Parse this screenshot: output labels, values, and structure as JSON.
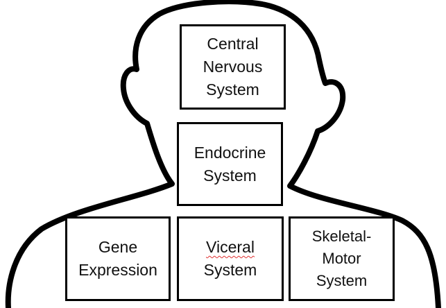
{
  "diagram": {
    "boxes": {
      "central_nervous_system": {
        "lines": [
          "Central",
          "Nervous",
          "System"
        ]
      },
      "endocrine_system": {
        "lines": [
          "Endocrine",
          "System"
        ]
      },
      "gene_expression": {
        "lines": [
          "Gene",
          "Expression"
        ]
      },
      "visceral_system": {
        "lines": [
          "Viceral",
          "System"
        ]
      },
      "skeletal_motor_system": {
        "lines": [
          "Skeletal-",
          "Motor",
          "System"
        ]
      }
    },
    "colors": {
      "outline": "#000000",
      "background": "#ffffff",
      "spellcheck_underline": "#e03030"
    }
  }
}
